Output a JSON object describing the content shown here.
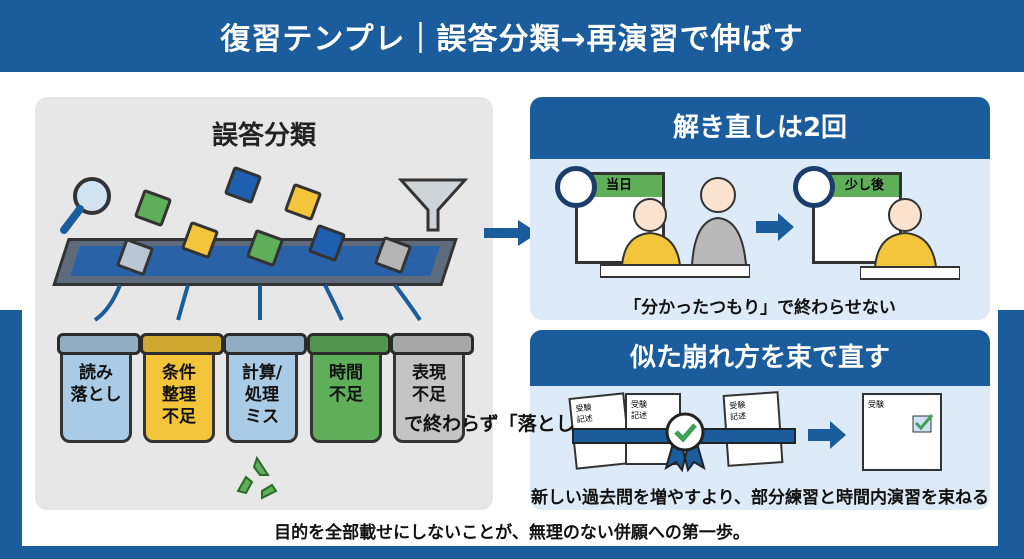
{
  "title": "復習テンプレ｜誤答分類→再演習で伸ばす",
  "left_panel": {
    "heading": "誤答分類",
    "bins": [
      {
        "label": "読み\n落とし",
        "color": "#a9cbe6"
      },
      {
        "label": "条件\n整理\n不足",
        "color": "#f3c53a"
      },
      {
        "label": "計算/\n処理\nミス",
        "color": "#a9cbe6"
      },
      {
        "label": "時間\n不足",
        "color": "#5fae5a"
      },
      {
        "label": "表現\n不足",
        "color": "#c4c4c4"
      }
    ],
    "icons": [
      "magnifier-icon",
      "funnel-icon",
      "recycle-icon"
    ]
  },
  "overlay_text": "で終わらず「落とし",
  "panel_redo": {
    "heading": "解き直しは2回",
    "calendar1": "当日",
    "calendar2": "少し後",
    "subtitle": "「分かったつもり」で終わらせない"
  },
  "panel_bundle": {
    "heading": "似た崩れ方を束で直す",
    "doc_title": "受験",
    "doc_tag": "記述",
    "subtitle": "新しい過去問を増やすより、部分練習と時間内演習を束ねる"
  },
  "caption": "目的を全部載せにしないことが、無理のない併願への第一歩。",
  "colors": {
    "primary": "#1b5c9c",
    "panel_gray": "#e7e7e7",
    "panel_blue": "#dcebf7"
  }
}
